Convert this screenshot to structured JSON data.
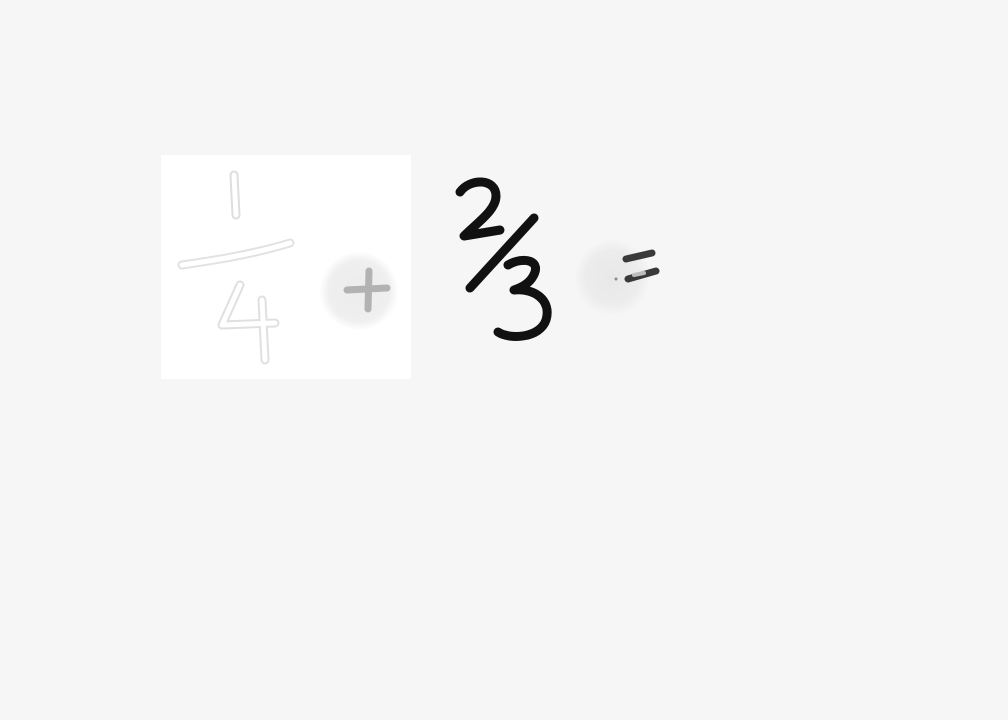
{
  "canvas": {
    "background": "#f6f6f6",
    "panel_background": "#ffffff"
  },
  "expression": {
    "first_fraction": {
      "numerator": "1",
      "denominator": "4"
    },
    "operator": "+",
    "second_fraction": {
      "numerator": "2",
      "denominator": "3"
    },
    "equals": "="
  },
  "colors": {
    "faded_ink": "#dcdcdc",
    "plus_ink": "#b5b5b5",
    "dark_ink": "#111111",
    "equals_ink": "#3a3a3a"
  }
}
